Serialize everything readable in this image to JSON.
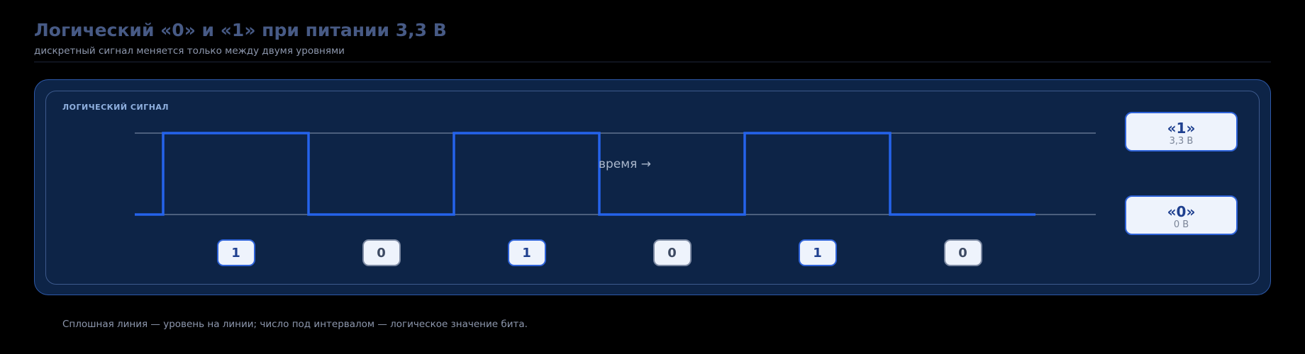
{
  "header": {
    "title": "Логический «0» и «1» при питании 3,3 В",
    "subtitle": "дискретный сигнал меняется только между двумя уровнями"
  },
  "panel": {
    "label": "ЛОГИЧЕСКИЙ СИГНАЛ",
    "axis_label": "время →"
  },
  "signal": {
    "bits": [
      "1",
      "0",
      "1",
      "0",
      "1",
      "0"
    ],
    "leading_level": "0"
  },
  "levels": {
    "one": {
      "name": "«1»",
      "voltage": "3,3 В"
    },
    "zero": {
      "name": "«0»",
      "voltage": "0 В"
    }
  },
  "footnote": "Сплошная линия — уровень на линии; число под интервалом — логическое значение бита.",
  "colors": {
    "signal": "#2563eb",
    "reference": "#8c9ab3",
    "panel_bg": "#0d2447",
    "accent": "#2f63d8"
  }
}
